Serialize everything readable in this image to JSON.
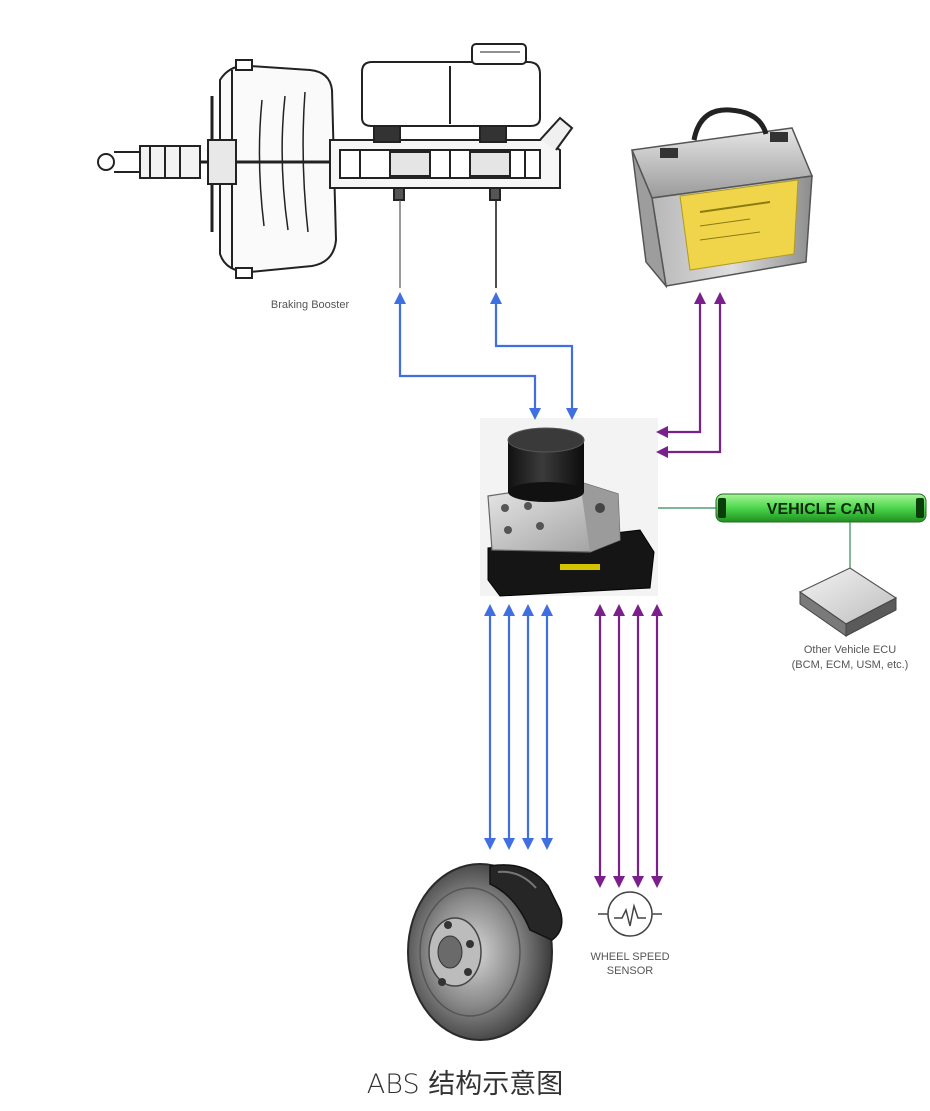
{
  "caption": "ABS 结构示意图",
  "labels": {
    "braking_booster": "Braking Booster",
    "vehicle_can": "VEHICLE CAN",
    "other_ecu_line1": "Other Vehicle ECU",
    "other_ecu_line2": "(BCM, ECM, USM, etc.)",
    "wheel_speed_line1": "WHEEL SPEED",
    "wheel_speed_line2": "SENSOR"
  },
  "colors": {
    "hydraulic_arrow": "#3f6fe0",
    "electric_arrow": "#7a1f8c",
    "can_bus": "#4cd64c",
    "connector_line": "#2e8b57"
  }
}
